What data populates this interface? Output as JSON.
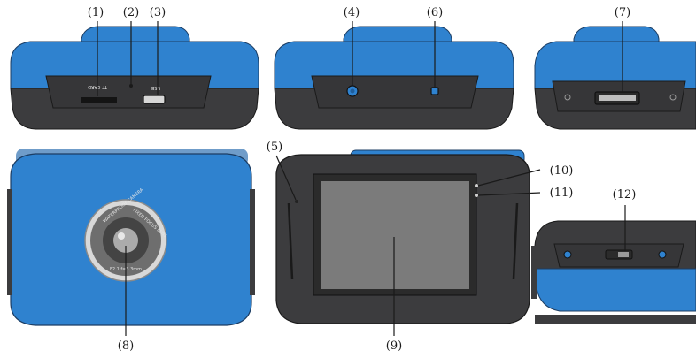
{
  "colors": {
    "body_blue": "#2f82cf",
    "body_blue_dark": "#1f5e9c",
    "shell_dark": "#3c3c3e",
    "screen": "#7b7b7b"
  },
  "callouts": {
    "c1": "(1)",
    "c2": "(2)",
    "c3": "(3)",
    "c4": "(4)",
    "c5": "(5)",
    "c6": "(6)",
    "c7": "(7)",
    "c8": "(8)",
    "c9": "(9)",
    "c10": "(10)",
    "c11": "(11)",
    "c12": "(12)"
  },
  "labels": {
    "tf_card": "TF CARD",
    "usb": "USB",
    "lens_ring_left": "WATERPROOF CAMERA",
    "lens_ring_right": "FIXED FOCUS LENS",
    "lens_ring_bottom": "F2.1 f=3.3mm"
  }
}
